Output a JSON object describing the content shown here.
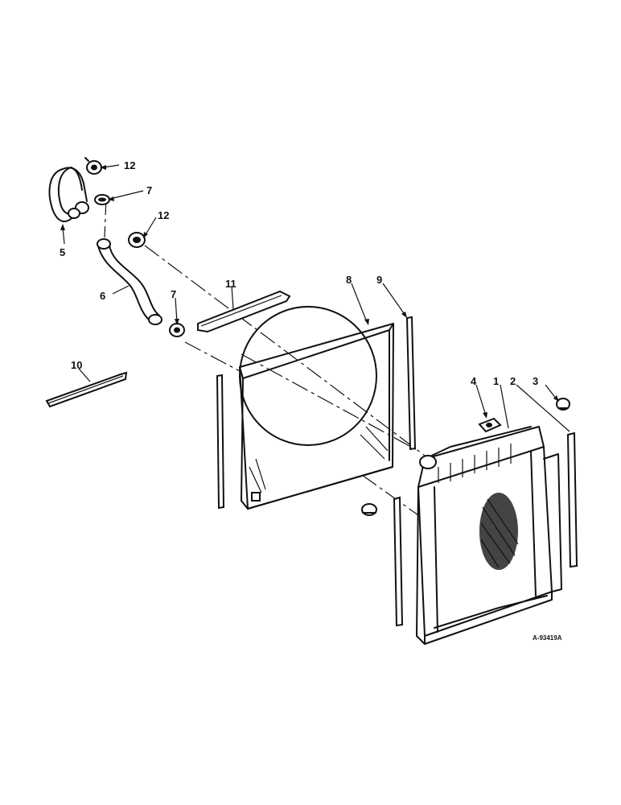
{
  "figure": {
    "reference_code": "A-93419A",
    "callouts": [
      {
        "id": "c1",
        "text": "1"
      },
      {
        "id": "c2",
        "text": "2"
      },
      {
        "id": "c3",
        "text": "3"
      },
      {
        "id": "c4",
        "text": "4"
      },
      {
        "id": "c5",
        "text": "5"
      },
      {
        "id": "c6",
        "text": "6"
      },
      {
        "id": "c7a",
        "text": "7"
      },
      {
        "id": "c7b",
        "text": "7"
      },
      {
        "id": "c8",
        "text": "8"
      },
      {
        "id": "c9",
        "text": "9"
      },
      {
        "id": "c10",
        "text": "10"
      },
      {
        "id": "c11",
        "text": "11"
      },
      {
        "id": "c12a",
        "text": "12"
      },
      {
        "id": "c12b",
        "text": "12"
      }
    ]
  }
}
